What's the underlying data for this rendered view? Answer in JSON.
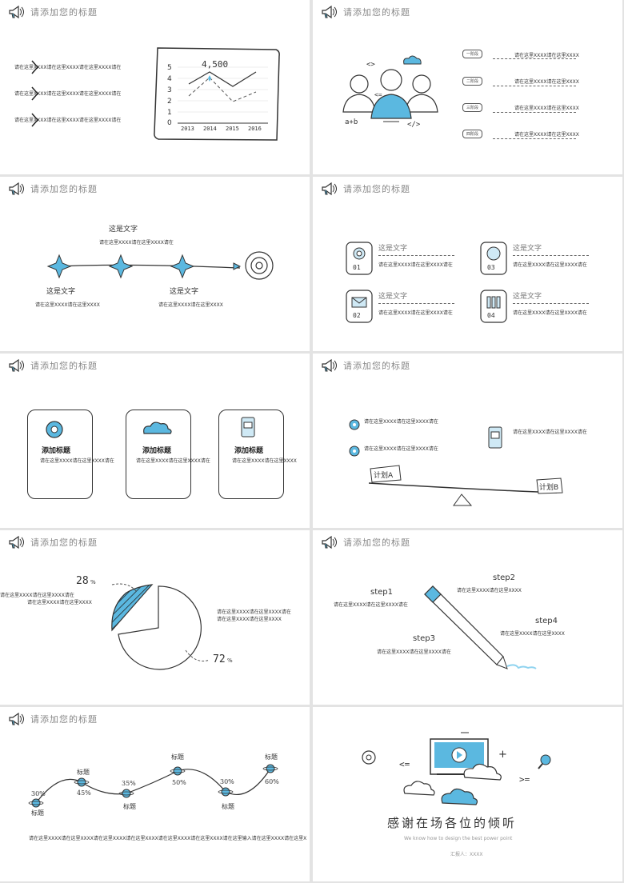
{
  "header_title": "请添加您的标题",
  "filler_long": "请在这里XXXX请在这里XXXX请在这里XXXX请在",
  "filler_short": "请在这里XXXX请在这里XXXX",
  "filler_mid": "请在这里XXXX请在这里XXXX请在",
  "filler_footer": "请在这里XXXX请在这里XXXX请在这里XXXX请在这里XXXX请在这里XXXX请在这里XXXX请在这里输入请在这里XXXX请在这里X",
  "s1": {
    "value": "4,500",
    "y_ticks": [
      "5",
      "4",
      "3",
      "2",
      "1",
      "0"
    ],
    "x_ticks": [
      "2013",
      "2014",
      "2015",
      "2016"
    ]
  },
  "s2": {
    "tags": [
      "一阶段",
      "二阶段",
      "三阶段",
      "四阶段"
    ],
    "formula": "a+b",
    "code1": "<>",
    "code2": "</>",
    "code3": "<="
  },
  "s3": {
    "label": "这是文字"
  },
  "s4": {
    "label": "这是文字",
    "nums": [
      "01",
      "02",
      "03",
      "04"
    ]
  },
  "s5": {
    "title": "添加标题"
  },
  "s6": {
    "plan_a": "计划A",
    "plan_b": "计划B"
  },
  "s7": {
    "pct_small": "28",
    "pct_large": "72",
    "pct_sign": "%"
  },
  "s8": {
    "steps": [
      "step1",
      "step2",
      "step3",
      "step4"
    ]
  },
  "s9": {
    "label": "标题",
    "values": [
      "30%",
      "45%",
      "35%",
      "50%",
      "30%",
      "60%"
    ]
  },
  "s10": {
    "thanks": "感谢在场各位的倾听",
    "subtitle": "We know how to design the best power point",
    "reporter": "汇报人：XXXX",
    "sym_left": "<=",
    "sym_right": ">=",
    "sym_plus": "+"
  },
  "colors": {
    "accent": "#5bb8e0",
    "line": "#333333"
  }
}
